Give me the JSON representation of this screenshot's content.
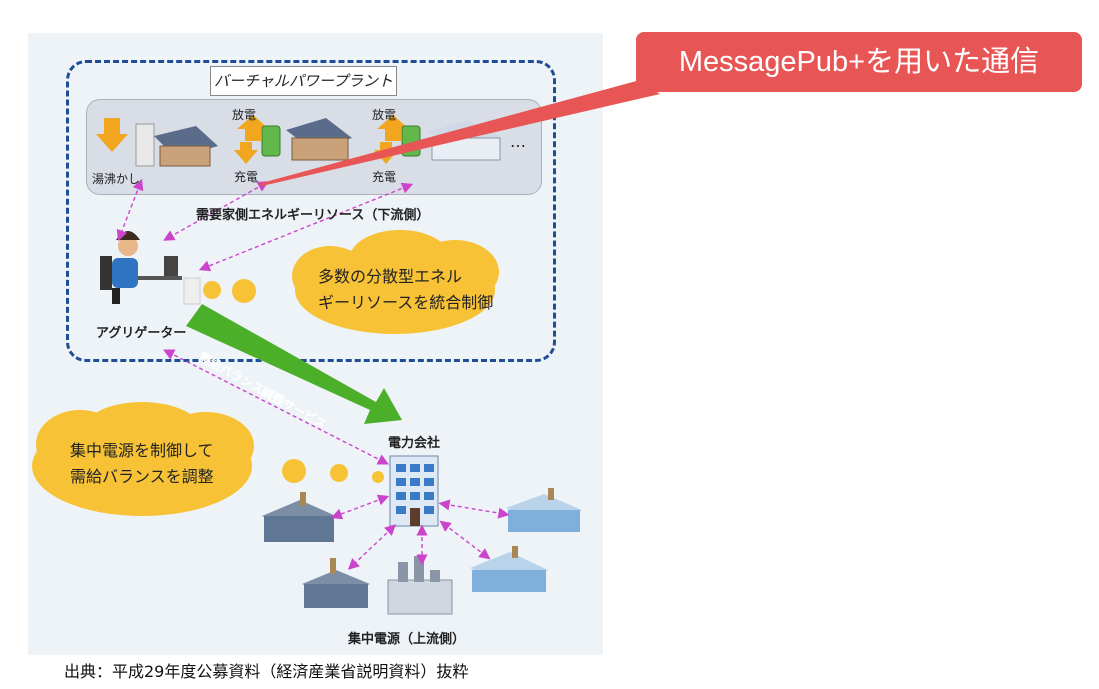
{
  "callout": {
    "text": "MessagePub+を用いた通信"
  },
  "vpp": {
    "title": "バーチャルパワープラント"
  },
  "resources": {
    "water_heater_label": "湯沸かし",
    "discharge_1": "放電",
    "charge_1": "充電",
    "discharge_2": "放電",
    "charge_2": "充電",
    "ellipsis": "…",
    "caption": "需要家側エネルギーリソース（下流側）"
  },
  "aggregator": {
    "label": "アグリゲーター"
  },
  "cloud_aggregator": {
    "line1": "多数の分散型エネル",
    "line2": "ギーリソースを統合制御"
  },
  "service_arrow": {
    "label": "需給バランス調整サービス"
  },
  "cloud_utility": {
    "line1": "集中電源を制御して",
    "line2": "需給バランスを調整"
  },
  "utility": {
    "label": "電力会社"
  },
  "central_power": {
    "caption": "集中電源（上流側）"
  },
  "source": {
    "text": "出典：平成29年度公募資料（経済産業省説明資料）抜粋"
  },
  "colors": {
    "callout": "#e85555",
    "dashed_border": "#1f4e96",
    "arrow_green": "#4caf2a",
    "cloud": "#f7c236",
    "link": "#cc44cc"
  }
}
